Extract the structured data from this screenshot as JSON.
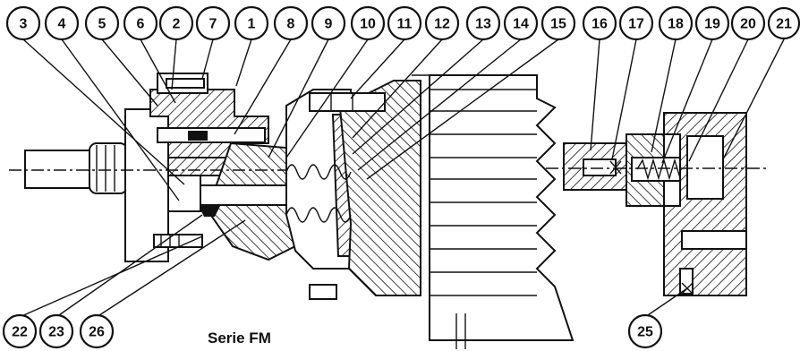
{
  "caption": "Serie FM",
  "callouts_top": [
    "3",
    "4",
    "5",
    "6",
    "2",
    "7",
    "1",
    "8",
    "9",
    "10",
    "11",
    "12",
    "13",
    "14",
    "15",
    "16",
    "17",
    "18",
    "19",
    "20",
    "21"
  ],
  "callouts_bottom": [
    "22",
    "23",
    "26",
    "25"
  ]
}
